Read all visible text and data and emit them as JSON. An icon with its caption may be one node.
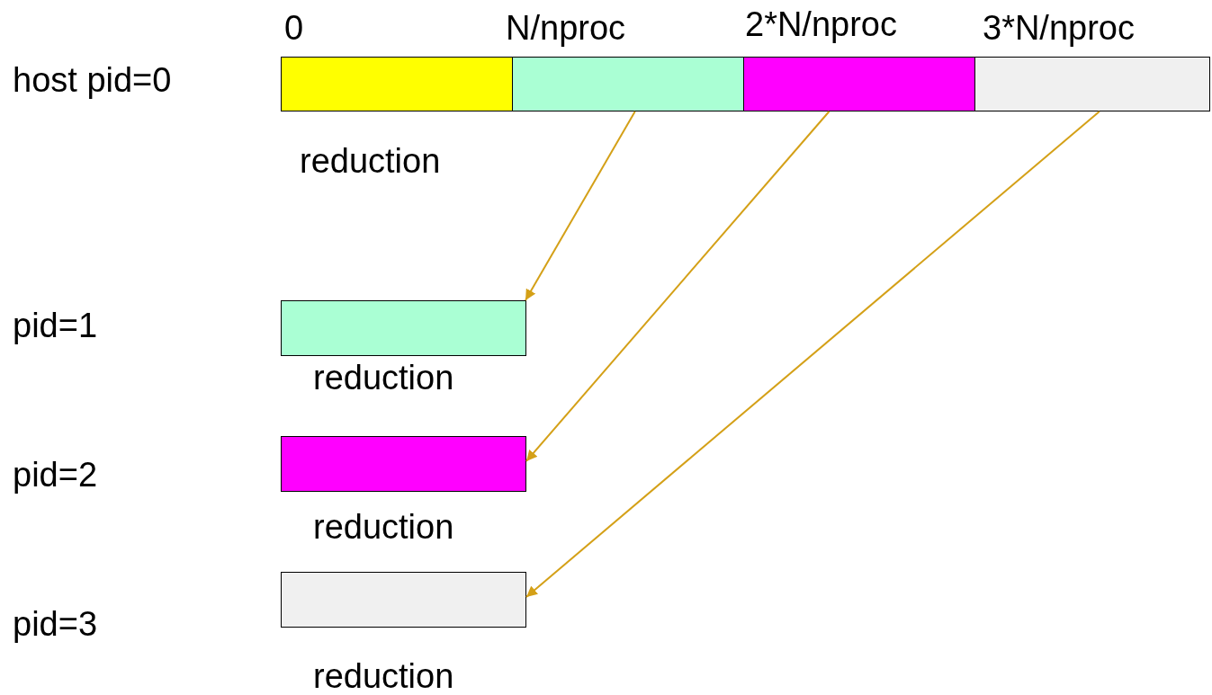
{
  "diagram": {
    "nodes": [
      {
        "text": [],
        "shape": "box",
        "beside": [
          "reduction"
        ]
      },
      {
        "text": [],
        "shape": "box"
      },
      {
        "text": [],
        "shape": "box"
      },
      {
        "text": [],
        "shape": "box"
      },
      {
        "text": [],
        "shape": "box",
        "beside": [
          "reduction"
        ]
      },
      {
        "text": [],
        "shape": "box",
        "beside": [
          "reduction"
        ]
      },
      {
        "text": [],
        "shape": "box",
        "beside": [
          "reduction"
        ]
      }
    ],
    "edges": [
      {
        "from": 1,
        "to": 4,
        "arrow": "to"
      },
      {
        "from": 2,
        "to": 5,
        "arrow": "to"
      },
      {
        "from": 3,
        "to": 6,
        "arrow": "to"
      }
    ],
    "labels": [
      "0",
      "N/nproc",
      "2*N/nproc",
      "3*N/nproc",
      "host pid=0",
      "pid=1",
      "pid=2",
      "pid=3"
    ]
  }
}
